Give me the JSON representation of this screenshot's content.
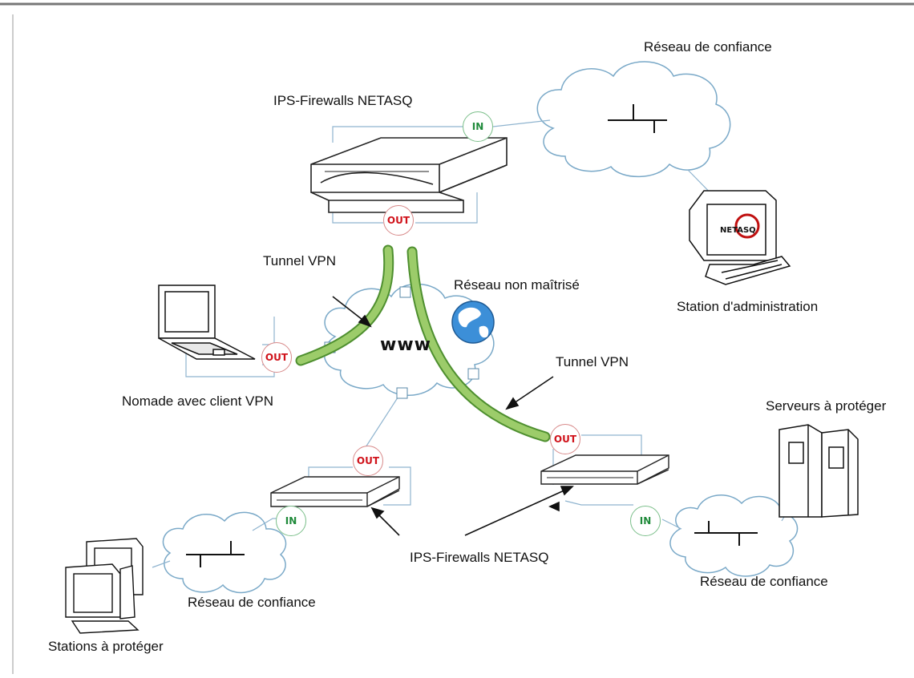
{
  "labels": {
    "top_firewall": "IPS-Firewalls NETASQ",
    "bottom_firewall": "IPS-Firewalls NETASQ",
    "trusted_network_top": "Réseau de confiance",
    "trusted_network_left": "Réseau de confiance",
    "trusted_network_right": "Réseau de confiance",
    "admin_station": "Station d'administration",
    "untrusted_network": "Réseau non maîtrisé",
    "tunnel_left": "Tunnel VPN",
    "tunnel_right": "Tunnel VPN",
    "nomad": "Nomade avec client VPN",
    "servers": "Serveurs à protéger",
    "stations": "Stations à protéger",
    "www": "www",
    "monitor_logo": "NETASQ"
  },
  "ports": {
    "in": "IN",
    "out": "OUT"
  },
  "colors": {
    "frame": "#777777",
    "cloud_stroke": "#7aa9c8",
    "link": "#8fb4cf",
    "tunnel_fill": "#9ccc6a",
    "tunnel_edge": "#4e8f2f",
    "port_in": "#1f8a3a",
    "port_out": "#d0121a",
    "device": "#222222"
  },
  "icons": [
    "firewall-appliance",
    "cloud",
    "globe-icon",
    "laptop-icon",
    "monitor-icon",
    "server-icon",
    "workstation-icon",
    "network-bus"
  ]
}
